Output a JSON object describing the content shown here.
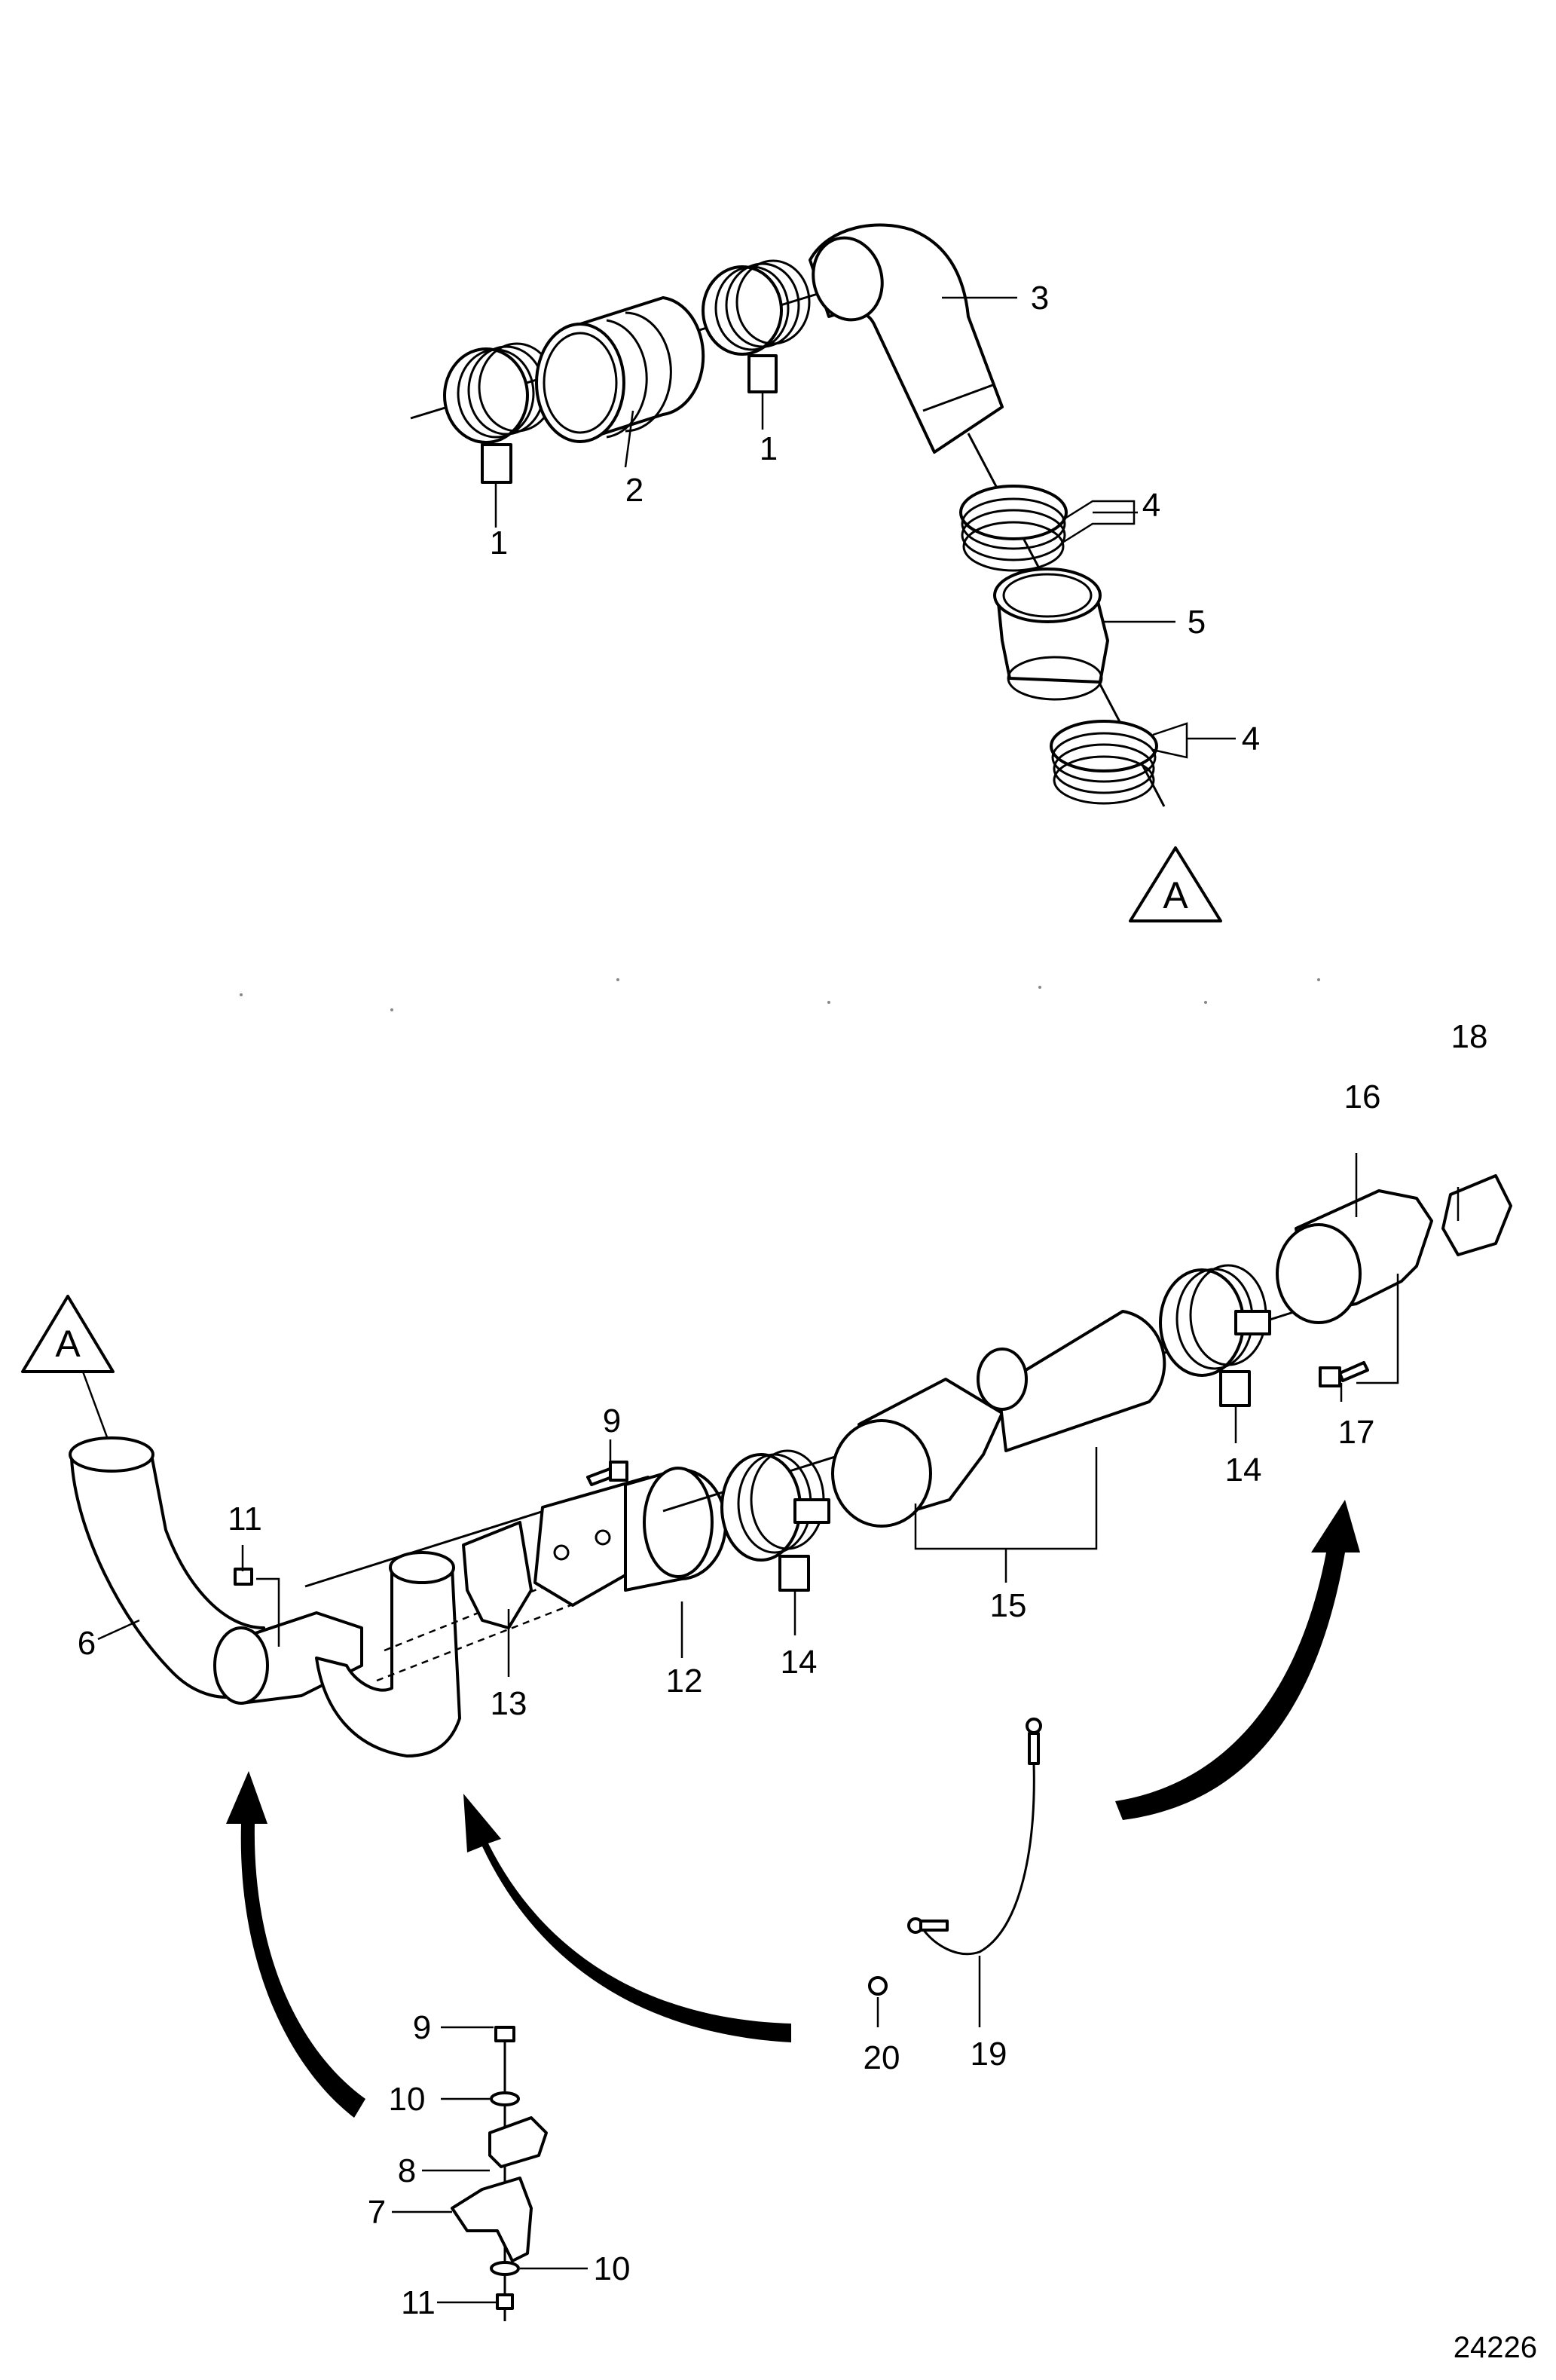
{
  "diagram": {
    "figure_number": "24226",
    "reference_marks": {
      "upper": "A",
      "lower": "A"
    },
    "callouts": [
      {
        "id": "c1a",
        "text": "1"
      },
      {
        "id": "c2",
        "text": "2"
      },
      {
        "id": "c1b",
        "text": "1"
      },
      {
        "id": "c3",
        "text": "3"
      },
      {
        "id": "c4a",
        "text": "4"
      },
      {
        "id": "c5",
        "text": "5"
      },
      {
        "id": "c4b",
        "text": "4"
      },
      {
        "id": "c18",
        "text": "18"
      },
      {
        "id": "c16",
        "text": "16"
      },
      {
        "id": "c9a",
        "text": "9"
      },
      {
        "id": "c11a",
        "text": "11"
      },
      {
        "id": "c6",
        "text": "6"
      },
      {
        "id": "c13",
        "text": "13"
      },
      {
        "id": "c12",
        "text": "12"
      },
      {
        "id": "c14a",
        "text": "14"
      },
      {
        "id": "c15",
        "text": "15"
      },
      {
        "id": "c14b",
        "text": "14"
      },
      {
        "id": "c17",
        "text": "17"
      },
      {
        "id": "c20",
        "text": "20"
      },
      {
        "id": "c19",
        "text": "19"
      },
      {
        "id": "c9b",
        "text": "9"
      },
      {
        "id": "c10a",
        "text": "10"
      },
      {
        "id": "c8",
        "text": "8"
      },
      {
        "id": "c7",
        "text": "7"
      },
      {
        "id": "c10b",
        "text": "10"
      },
      {
        "id": "c11b",
        "text": "11"
      }
    ]
  }
}
